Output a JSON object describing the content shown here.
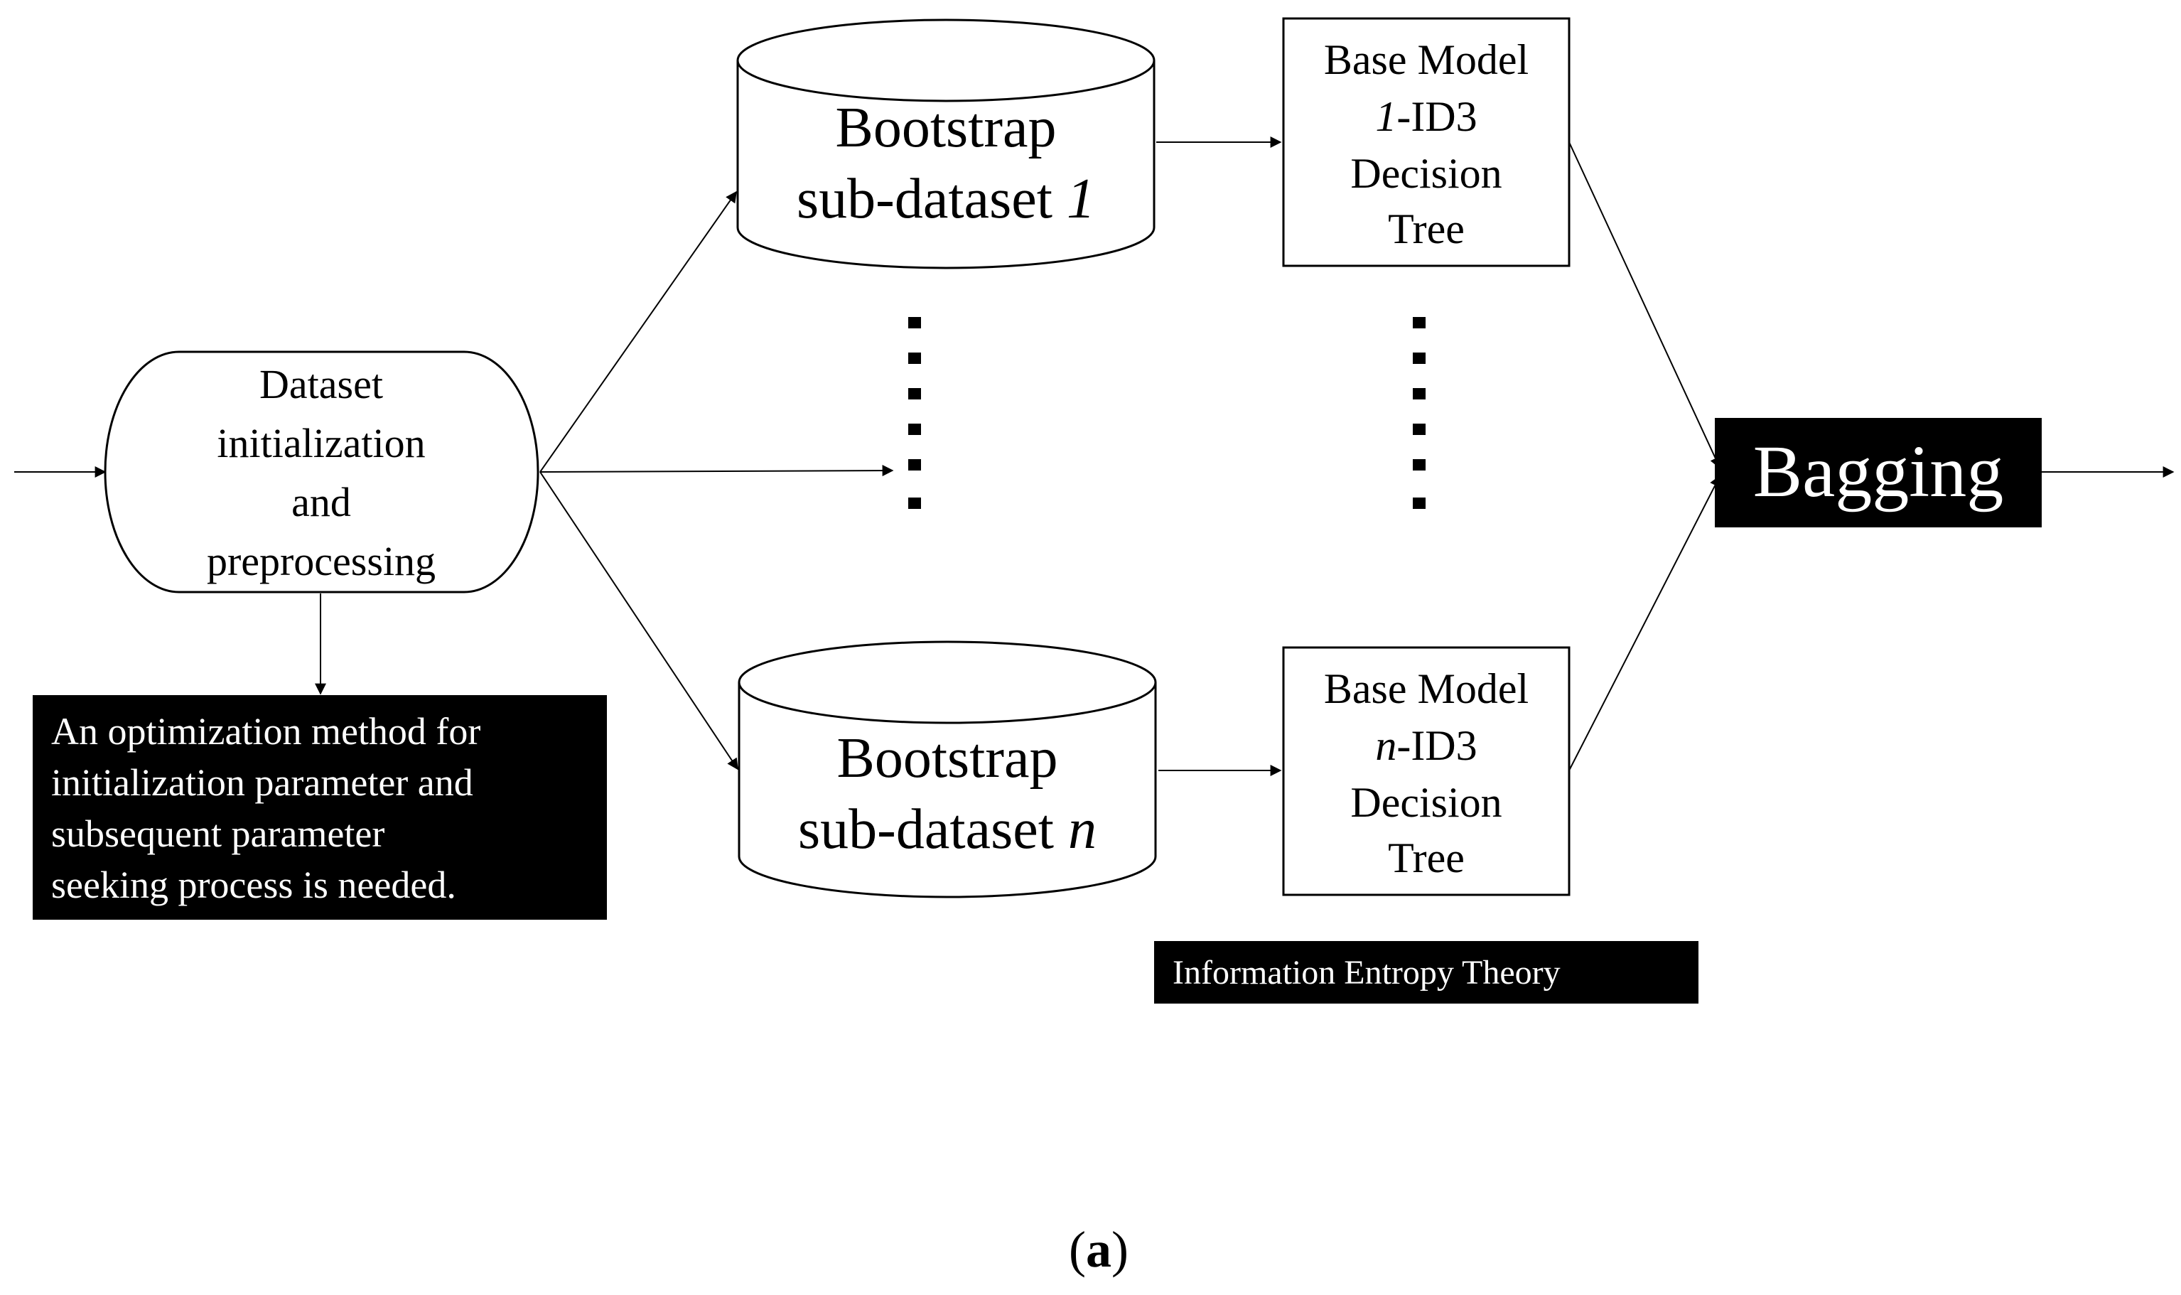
{
  "colors": {
    "ink": "#000000",
    "background": "#ffffff",
    "callout_text": "#ffffff"
  },
  "dataset_node": {
    "lines": [
      "Dataset",
      "initialization",
      "and",
      "preprocessing"
    ]
  },
  "callout_optimization": {
    "lines": [
      "An optimization method for",
      "initialization parameter and",
      "subsequent parameter",
      "seeking process is needed."
    ]
  },
  "bootstrap_1": {
    "line1": "Bootstrap",
    "line2_prefix": "sub-dataset ",
    "line2_index": "1"
  },
  "bootstrap_n": {
    "line1": "Bootstrap",
    "line2_prefix": "sub-dataset ",
    "line2_index": "n"
  },
  "base_model_1": {
    "line1": "Base Model",
    "line2_index": "1",
    "line2_suffix": "-ID3",
    "line3": "Decision",
    "line4": "Tree"
  },
  "base_model_n": {
    "line1": "Base Model",
    "line2_index": "n",
    "line2_suffix": "-ID3",
    "line3": "Decision",
    "line4": "Tree"
  },
  "bagging": {
    "label": "Bagging"
  },
  "callout_entropy": {
    "label": "Information Entropy Theory"
  },
  "caption": {
    "open": "(",
    "letter": "a",
    "close": ")"
  }
}
